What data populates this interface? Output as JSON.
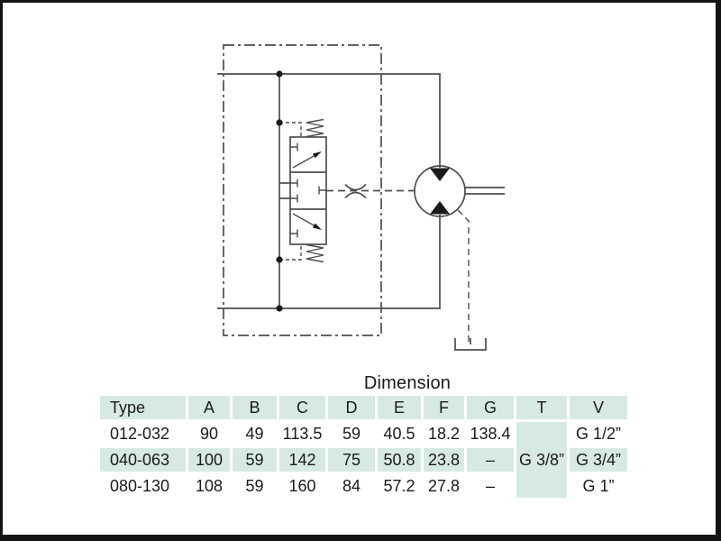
{
  "theme": {
    "accent_mint": "#d7eae1",
    "line_color": "#4d4d4d",
    "ink": "#1a1a1a",
    "frame": "#141414"
  },
  "diagram": {
    "components": [
      "enclosure-boundary",
      "dual-relief-valve-block",
      "valve-springs",
      "pilot-lines",
      "orifice",
      "hydraulic-motor",
      "motor-shaft",
      "drain-line",
      "tank-symbol"
    ]
  },
  "table": {
    "title": "Dimension",
    "columns": [
      "Type",
      "A",
      "B",
      "C",
      "D",
      "E",
      "F",
      "G",
      "T",
      "V"
    ],
    "rows": [
      {
        "cells": [
          "012-032",
          "90",
          "49",
          "113.5",
          "59",
          "40.5",
          "18.2",
          "138.4"
        ],
        "v": "G 1/2”"
      },
      {
        "cells": [
          "040-063",
          "100",
          "59",
          "142",
          "75",
          "50.8",
          "23.8",
          "–"
        ],
        "v": "G 3/4”"
      },
      {
        "cells": [
          "080-130",
          "108",
          "59",
          "160",
          "84",
          "57.2",
          "27.8",
          "–"
        ],
        "v": "G 1”"
      }
    ],
    "t_shared": "G 3/8”"
  }
}
